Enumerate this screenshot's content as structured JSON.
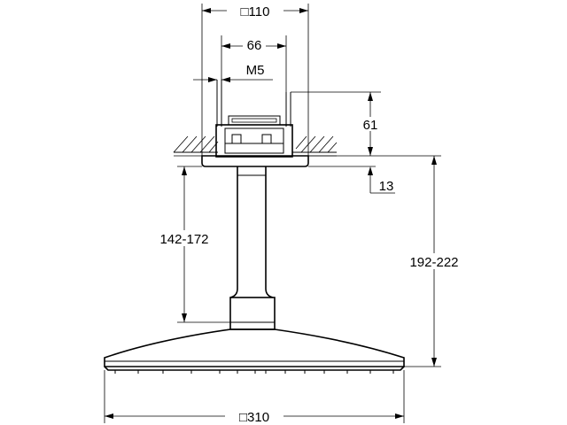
{
  "diagram": {
    "dimensions": {
      "box_width_top": "□110",
      "bolt_spacing": "66",
      "thread": "M5",
      "mount_height": "61",
      "ceiling_offset": "13",
      "arm_length": "142-172",
      "overall_height": "192-222",
      "head_width": "□310"
    },
    "colors": {
      "line": "#000000",
      "background": "#ffffff"
    }
  }
}
